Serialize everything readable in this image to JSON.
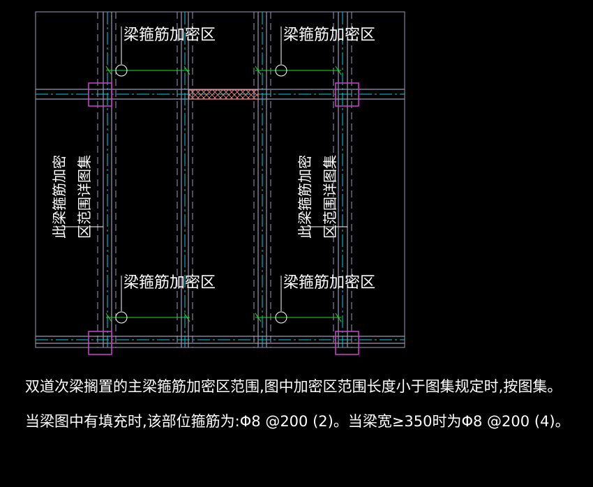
{
  "colors": {
    "background": "#000000",
    "beam_edge": "#9a9ab8",
    "centerline": "#00d4e0",
    "dim_line": "#22e022",
    "column": "#d040d0",
    "hatch": "#ff8888",
    "text": "#ffffff"
  },
  "labels": {
    "dense_zone": "梁箍筋加密区",
    "vertical_note_line1": "此梁箍筋加密",
    "vertical_note_line2": "区范围详图集"
  },
  "notes": {
    "line1": "双道次梁搁置的主梁箍筋加密区范围,图中加密区范围长度小于图集规定时,按图集。",
    "line2": "当梁图中有填充时,该部位箍筋为:Φ8 @200 (2)。当梁宽≥350时为Φ8 @200 (4)。"
  }
}
